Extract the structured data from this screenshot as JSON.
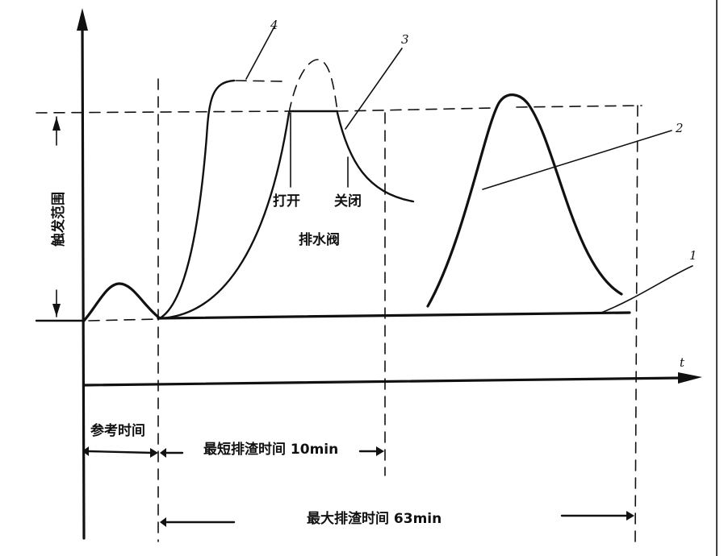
{
  "labels": {
    "trigger_range": "触发范围",
    "open": "打开",
    "close": "关闭",
    "drain_valve": "排水阀",
    "t_axis": "t",
    "reference_time": "参考时间",
    "min_discharge_time": "最短排渣时间 10min",
    "max_discharge_time": "最大排渣时间 63min"
  },
  "curve_numbers": [
    "1",
    "2",
    "3",
    "4"
  ]
}
